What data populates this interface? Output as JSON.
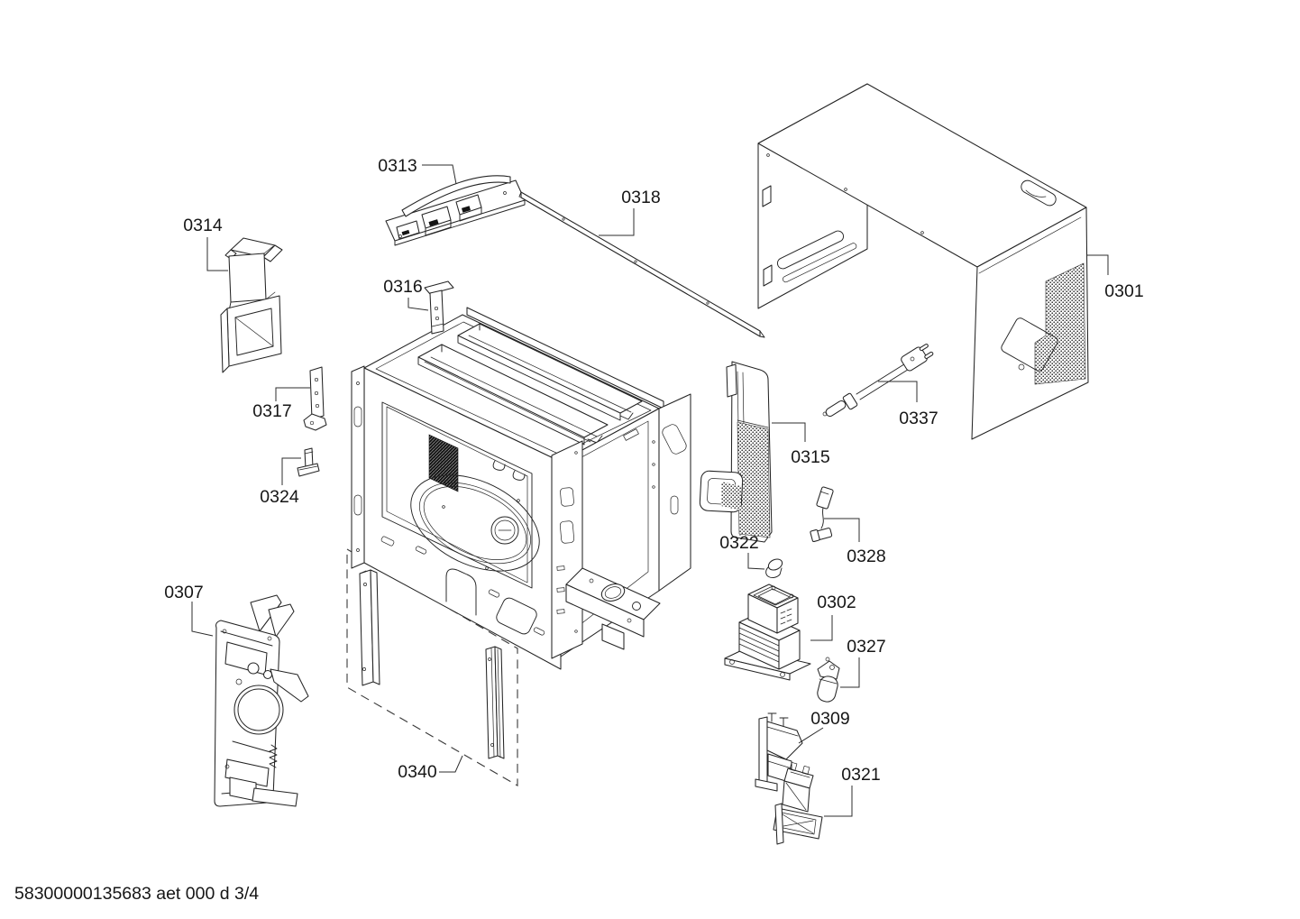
{
  "page": {
    "background": "#ffffff",
    "line_color": "#232323",
    "footer": "58300000135683 aet 000 d 3/4"
  },
  "diagram": {
    "type": "exploded-parts-diagram",
    "parts": [
      {
        "label": "0313"
      },
      {
        "label": "0314"
      },
      {
        "label": "0316"
      },
      {
        "label": "0318"
      },
      {
        "label": "0301"
      },
      {
        "label": "0317"
      },
      {
        "label": "0324"
      },
      {
        "label": "0315"
      },
      {
        "label": "0337"
      },
      {
        "label": "0322"
      },
      {
        "label": "0328"
      },
      {
        "label": "0302"
      },
      {
        "label": "0327"
      },
      {
        "label": "0309"
      },
      {
        "label": "0321"
      },
      {
        "label": "0307"
      },
      {
        "label": "0340"
      }
    ]
  }
}
